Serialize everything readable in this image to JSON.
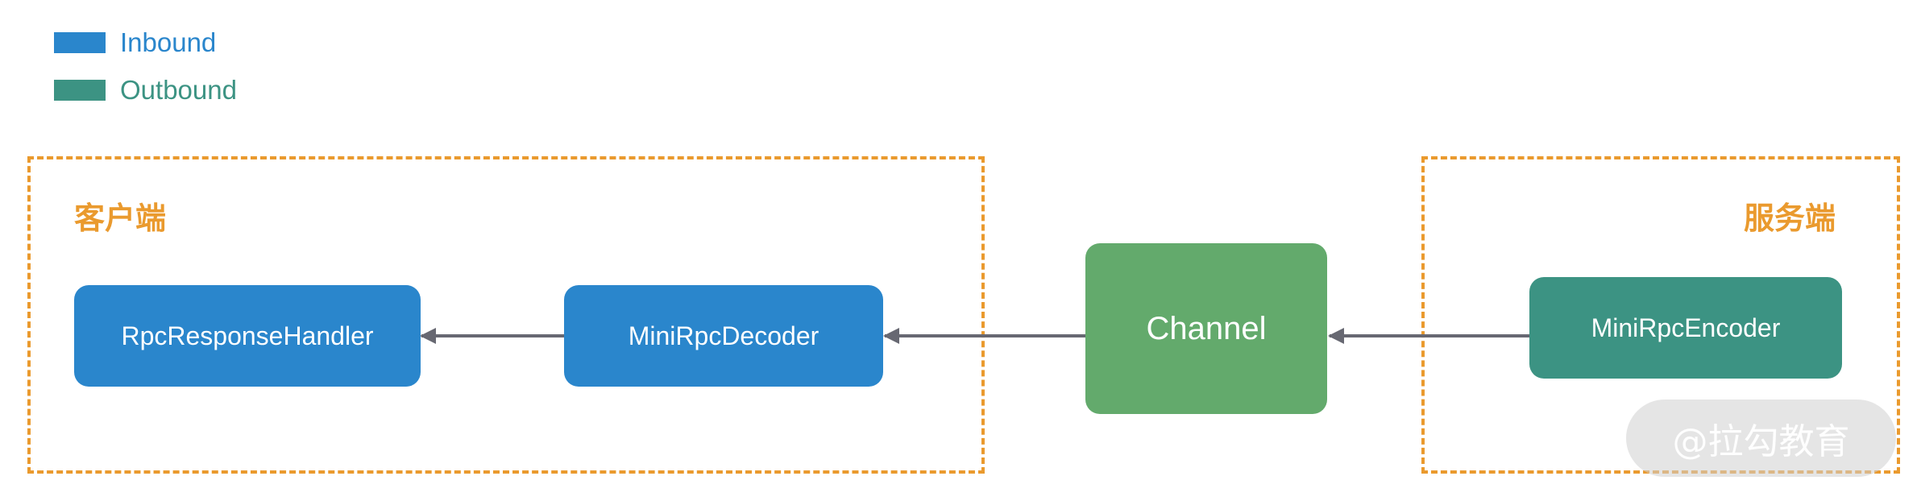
{
  "legend": [
    {
      "label": "Inbound",
      "color": "#2a86cc"
    },
    {
      "label": "Outbound",
      "color": "#3c9383"
    }
  ],
  "groups": {
    "client": {
      "title": "客户端"
    },
    "server": {
      "title": "服务端"
    }
  },
  "nodes": {
    "rpc_response_handler": {
      "label": "RpcResponseHandler",
      "kind": "inbound"
    },
    "mini_rpc_decoder": {
      "label": "MiniRpcDecoder",
      "kind": "inbound"
    },
    "channel": {
      "label": "Channel"
    },
    "mini_rpc_encoder": {
      "label": "MiniRpcEncoder",
      "kind": "outbound"
    }
  },
  "edges": [
    {
      "from": "mini_rpc_encoder",
      "to": "channel"
    },
    {
      "from": "channel",
      "to": "mini_rpc_decoder"
    },
    {
      "from": "mini_rpc_decoder",
      "to": "rpc_response_handler"
    }
  ],
  "colors": {
    "group_border": "#ea9a2e",
    "edge": "#676872"
  },
  "watermark": {
    "text": "@拉勾教育"
  }
}
